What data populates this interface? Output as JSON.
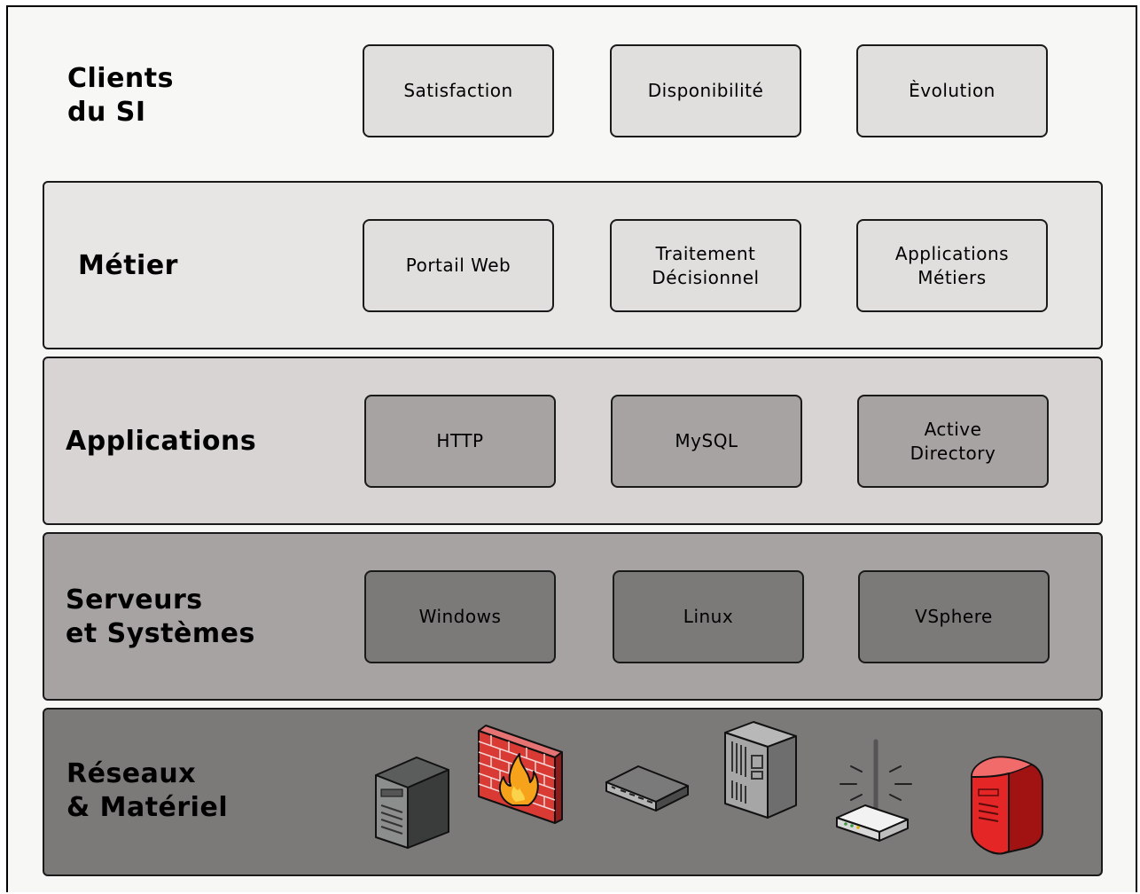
{
  "layers": {
    "clients": {
      "title": "Clients\ndu SI",
      "items": [
        {
          "label": "Satisfaction"
        },
        {
          "label": "Disponibilité"
        },
        {
          "label": "Èvolution"
        }
      ],
      "fill": "#f7f7f6",
      "box_fill": "#e0dfde"
    },
    "metier": {
      "title": "Métier",
      "items": [
        {
          "label": "Portail Web"
        },
        {
          "label": "Traitement\nDécisionnel"
        },
        {
          "label": "Applications\nMétiers"
        }
      ],
      "fill": "#e7e6e5",
      "box_fill": "#e0dfde"
    },
    "applications": {
      "title": "Applications",
      "items": [
        {
          "label": "HTTP"
        },
        {
          "label": "MySQL"
        },
        {
          "label": "Active\nDirectory"
        }
      ],
      "fill": "#d7d4d3",
      "box_fill": "#a7a3a3"
    },
    "serveurs": {
      "title": "Serveurs\net Systèmes",
      "items": [
        {
          "label": "Windows"
        },
        {
          "label": "Linux"
        },
        {
          "label": "VSphere"
        }
      ],
      "fill": "#a7a3a3",
      "box_fill": "#7c7979"
    },
    "reseaux": {
      "title": "Réseaux\n& Matériel",
      "icons": [
        "server-tower-icon",
        "firewall-icon",
        "network-switch-icon",
        "rack-server-icon",
        "wireless-router-icon",
        "red-server-icon"
      ],
      "fill": "#7c7979"
    }
  }
}
